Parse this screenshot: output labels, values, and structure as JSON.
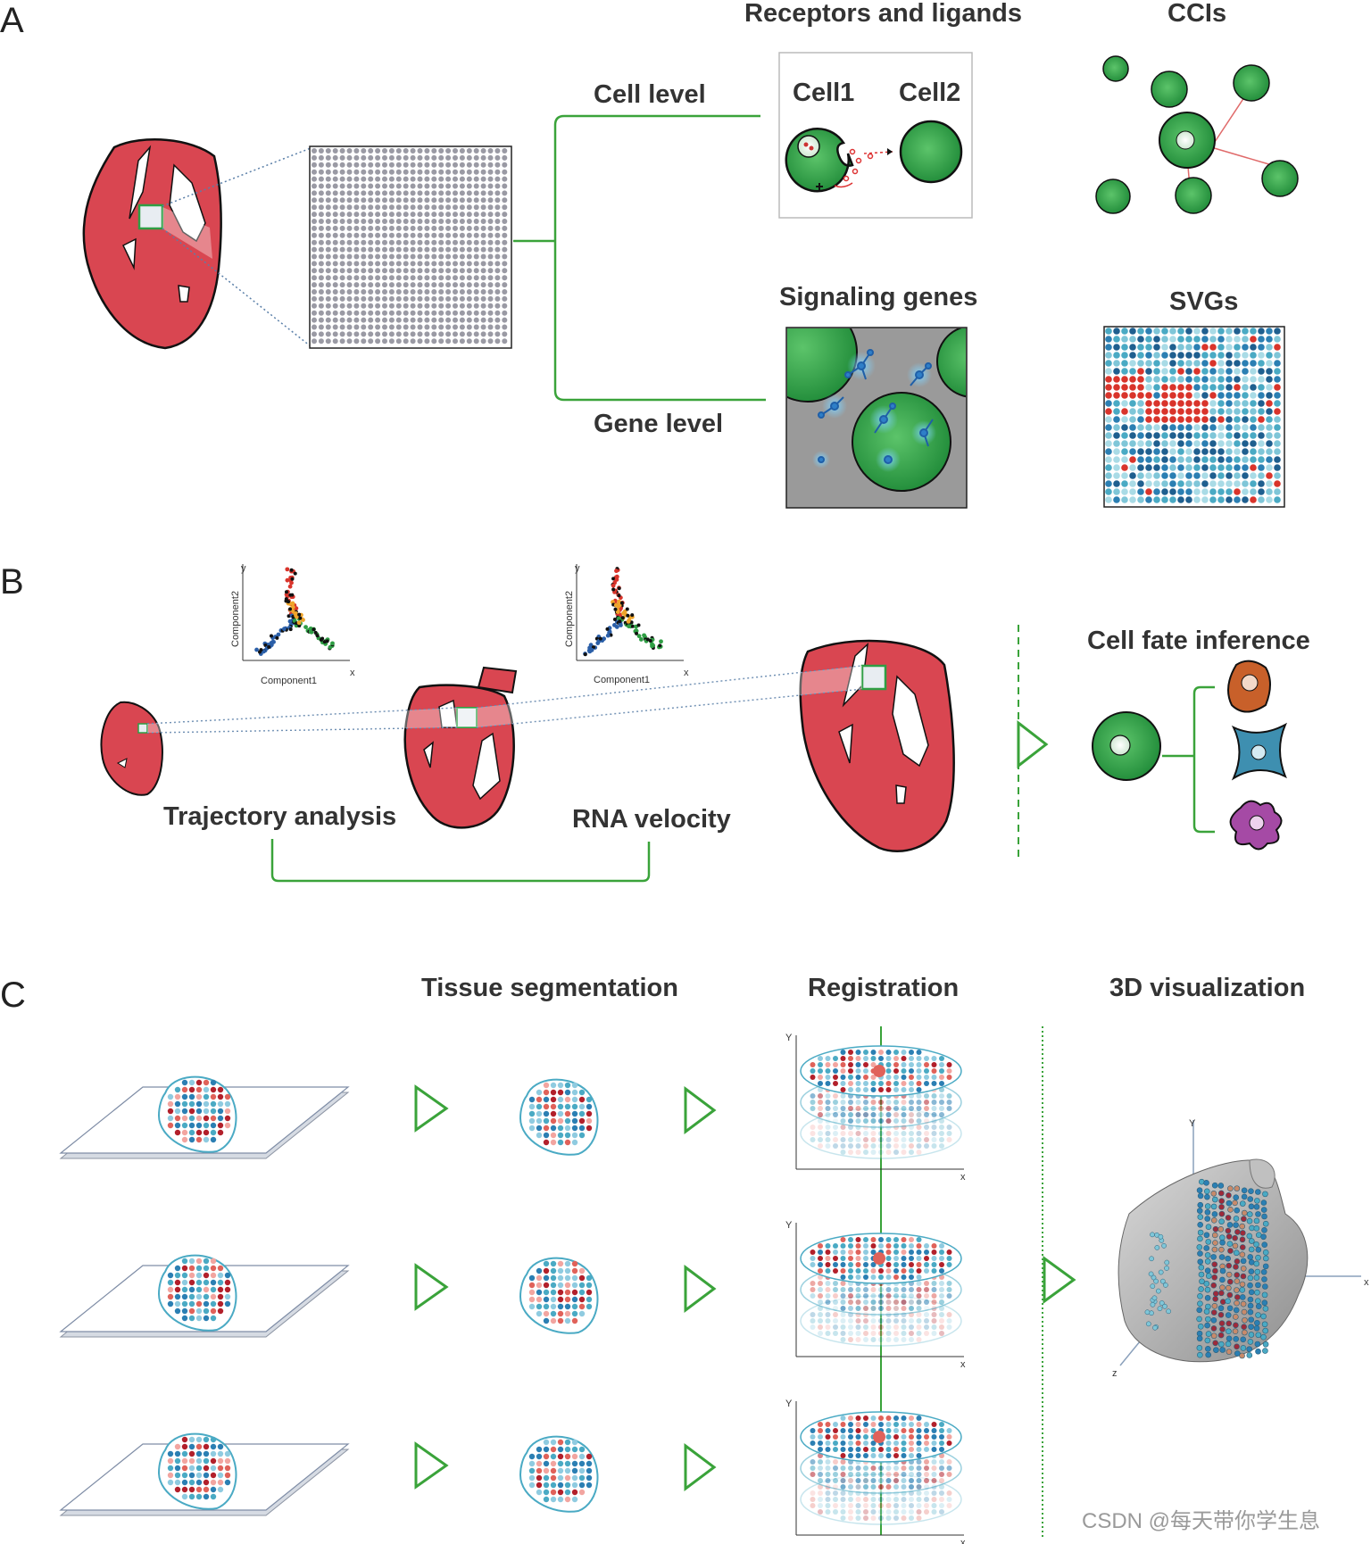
{
  "colors": {
    "heart": "#d94651",
    "cell_green": "#2f9e44",
    "bracket_green": "#3aa33a",
    "spot_red": "#d9342b",
    "spot_blue": "#2b7fb3",
    "spot_teal": "#4aaac4",
    "orange_cell": "#c8602a",
    "blue_cell": "#3e8fb0",
    "purple_cell": "#a54aa5"
  },
  "panels": {
    "A": {
      "label": "A",
      "cell_level": "Cell level",
      "gene_level": "Gene level",
      "receptors_title": "Receptors and ligands",
      "cell1": "Cell1",
      "cell2": "Cell2",
      "ccis_title": "CCIs",
      "signaling_title": "Signaling genes",
      "svgs_title": "SVGs"
    },
    "B": {
      "label": "B",
      "component1": "Component1",
      "component2": "Component2",
      "axis_x": "x",
      "axis_y": "y",
      "trajectory": "Trajectory analysis",
      "rna_velocity": "RNA velocity",
      "cell_fate": "Cell fate inference"
    },
    "C": {
      "label": "C",
      "tissue_seg": "Tissue segmentation",
      "registration": "Registration",
      "viz3d": "3D visualization",
      "axis_x": "x",
      "axis_y": "Y",
      "axis_z": "z"
    }
  },
  "watermark": "CSDN @每天带你学生息"
}
